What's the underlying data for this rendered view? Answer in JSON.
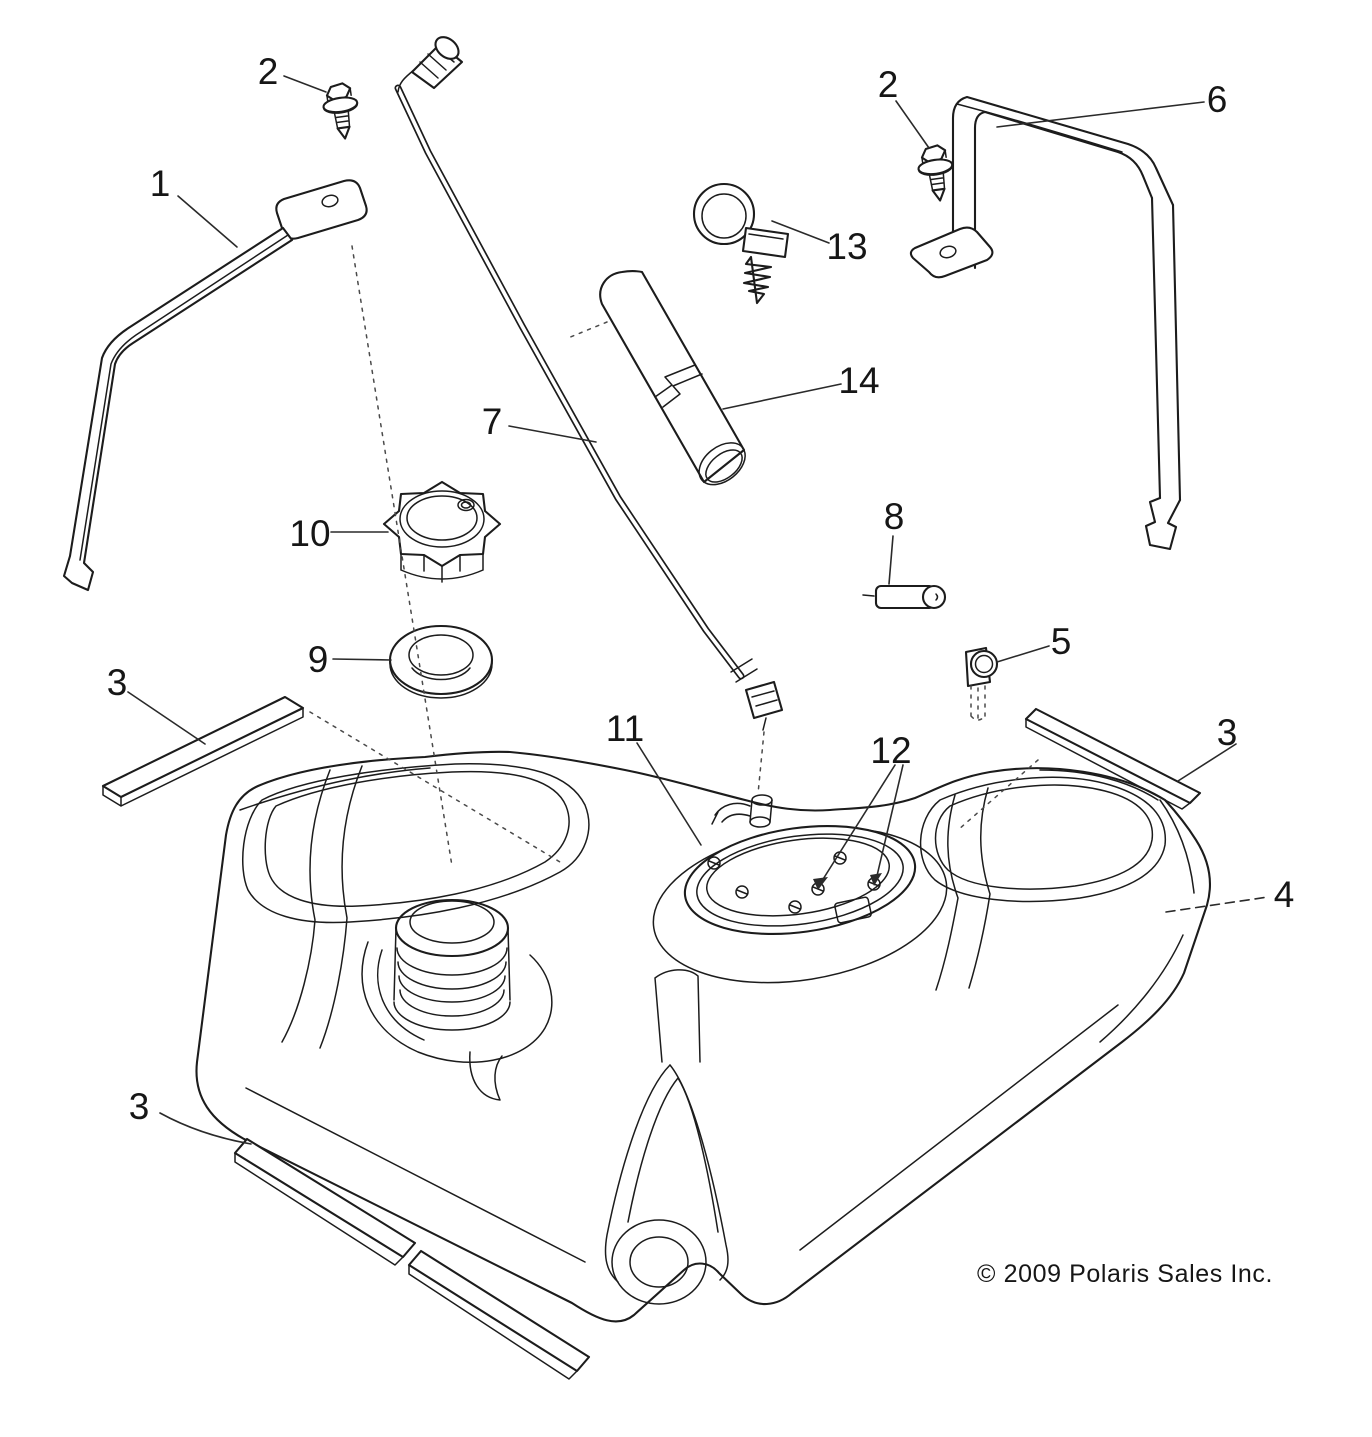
{
  "diagram": {
    "copyright": "© 2009 Polaris Sales Inc.",
    "callouts": {
      "n1": "1",
      "n2a": "2",
      "n2b": "2",
      "n3a": "3",
      "n3b": "3",
      "n3c": "3",
      "n4": "4",
      "n5": "5",
      "n6": "6",
      "n7": "7",
      "n8": "8",
      "n9": "9",
      "n10": "10",
      "n11": "11",
      "n12": "12",
      "n13": "13",
      "n14": "14"
    },
    "colors": {
      "line": "#1c1c1c",
      "background": "#ffffff"
    }
  }
}
